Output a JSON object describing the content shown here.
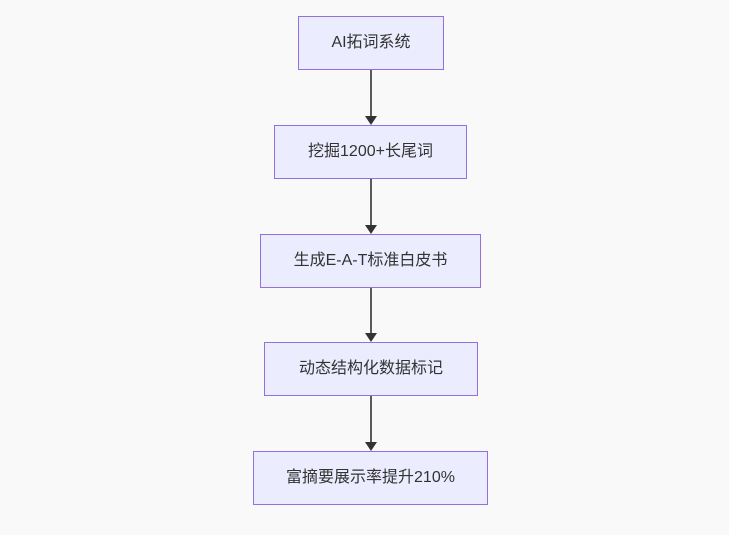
{
  "diagram": {
    "type": "flowchart",
    "direction": "top-down",
    "nodes": [
      {
        "id": "A",
        "label": "AI拓词系统"
      },
      {
        "id": "B",
        "label": "挖掘1200+长尾词"
      },
      {
        "id": "C",
        "label": "生成E-A-T标准白皮书"
      },
      {
        "id": "D",
        "label": "动态结构化数据标记"
      },
      {
        "id": "E",
        "label": "富摘要展示率提升210%"
      }
    ],
    "edges": [
      {
        "from": "A",
        "to": "B"
      },
      {
        "from": "B",
        "to": "C"
      },
      {
        "from": "C",
        "to": "D"
      },
      {
        "from": "D",
        "to": "E"
      }
    ],
    "colors": {
      "node_fill": "#ECECFF",
      "node_border": "#9370DB",
      "node_text": "#333333",
      "arrow_line": "#5b5b5b",
      "arrow_head": "#333333",
      "background": "#f9f9f9"
    }
  }
}
